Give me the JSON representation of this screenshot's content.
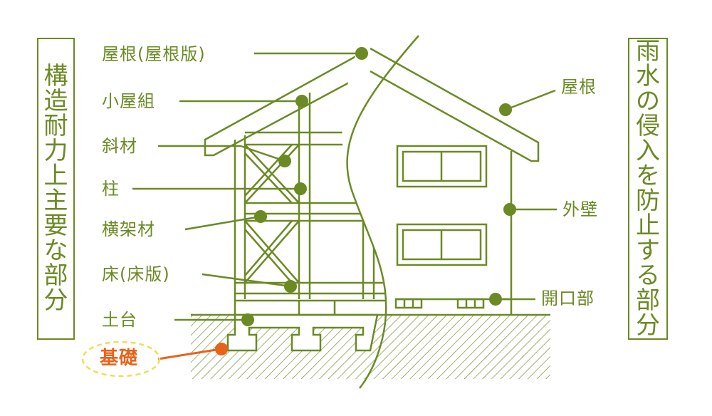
{
  "left_box": {
    "text": "構造耐力上主要な部分"
  },
  "right_box": {
    "text": "雨水の侵入を防止する部分"
  },
  "labels": {
    "yane_ban": "屋根(屋根版)",
    "koyagumi": "小屋組",
    "shazai": "斜材",
    "hashira": "柱",
    "oukazai": "横架材",
    "yuka": "床(床版)",
    "dodai": "土台",
    "kiso": "基礎",
    "yane": "屋根",
    "gaiheki": "外壁",
    "kaikoubu": "開口部"
  },
  "colors": {
    "line": "#6b8a24",
    "dot": "#6b8a24",
    "highlight": "#e8621a",
    "highlight_ring": "#f2dc5a"
  }
}
